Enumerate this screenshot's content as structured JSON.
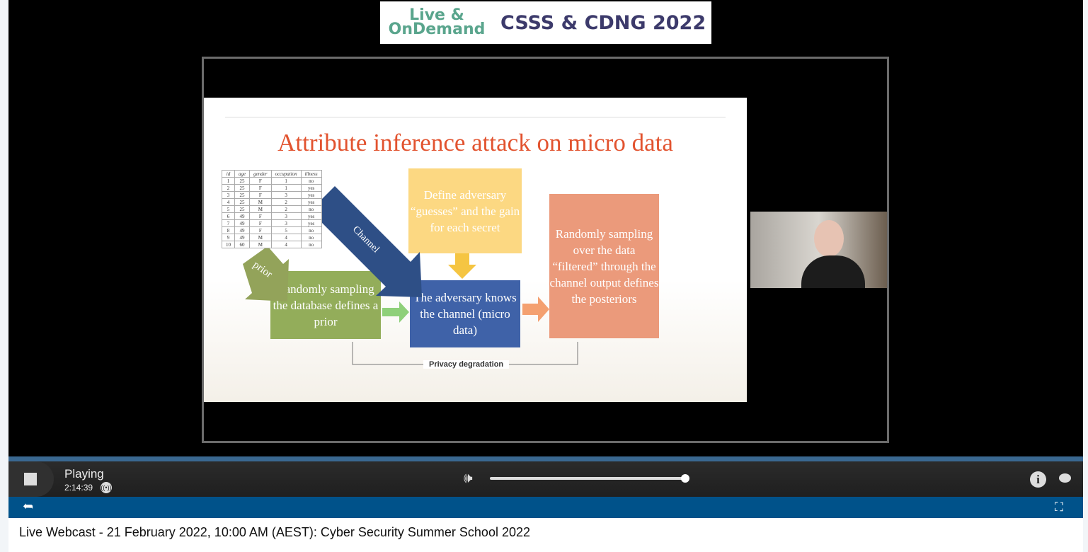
{
  "banner": {
    "logo_line1": "Live &",
    "logo_line2": "OnDemand",
    "event": "CSSS & CDNG 2022"
  },
  "slide": {
    "title": "Attribute inference attack on micro data",
    "table": {
      "headers": [
        "id",
        "age",
        "gender",
        "occupation",
        "illness"
      ],
      "rows": [
        [
          "1",
          "25",
          "F",
          "1",
          "no"
        ],
        [
          "2",
          "25",
          "F",
          "1",
          "yes"
        ],
        [
          "3",
          "25",
          "F",
          "3",
          "yes"
        ],
        [
          "4",
          "25",
          "M",
          "2",
          "yes"
        ],
        [
          "5",
          "25",
          "M",
          "2",
          "no"
        ],
        [
          "6",
          "49",
          "F",
          "3",
          "yes"
        ],
        [
          "7",
          "49",
          "F",
          "3",
          "yes"
        ],
        [
          "8",
          "49",
          "F",
          "5",
          "no"
        ],
        [
          "9",
          "49",
          "M",
          "4",
          "no"
        ],
        [
          "10",
          "60",
          "M",
          "4",
          "no"
        ]
      ]
    },
    "prior_label": "prior",
    "channel_label": "Channel",
    "box_prior": "Randomly sampling the database defines a prior",
    "box_gain": "Define adversary “guesses” and the gain for each secret",
    "box_channel": "The adversary knows the channel (micro data)",
    "box_posterior": "Randomly sampling over the data “filtered” through the channel output defines the posteriors",
    "degradation": "Privacy degradation"
  },
  "player": {
    "status": "Playing",
    "time": "2:14:39",
    "volume": 1.0
  },
  "caption": "Live Webcast - 21 February 2022, 10:00 AM (AEST): Cyber Security Summer School 2022",
  "colors": {
    "title": "#e2532f",
    "nav": "#00528a",
    "green": "#93ad5a",
    "blue": "#3f62a8",
    "yellow": "#fcd882",
    "salmon": "#eb9a7b"
  }
}
